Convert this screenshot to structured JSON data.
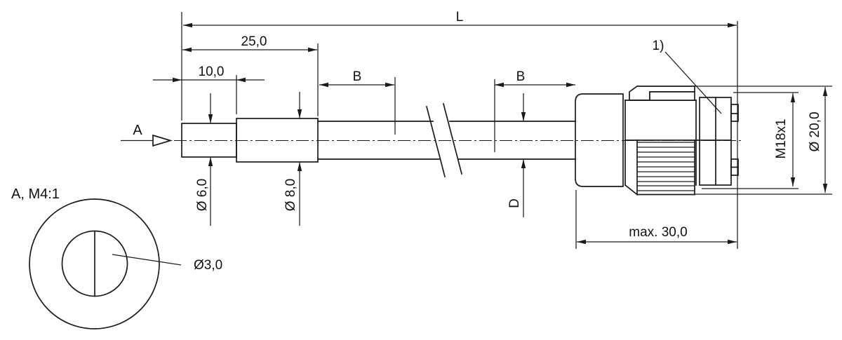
{
  "drawing": {
    "colors": {
      "line": "#1a1a1a",
      "background": "#ffffff"
    },
    "dimensions": {
      "total_length": "L",
      "len_25": "25,0",
      "len_10": "10,0",
      "b_left": "B",
      "b_right": "B",
      "max_30": "max. 30,0",
      "dia_6": "Ø 6,0",
      "dia_8": "Ø 8,0",
      "dia_d": "D",
      "thread": "M18x1",
      "dia_20": "Ø 20,0"
    },
    "annotations": {
      "note_ref": "1)",
      "view_label": "A",
      "detail_title": "A, M4:1",
      "detail_dia": "Ø3,0"
    }
  }
}
